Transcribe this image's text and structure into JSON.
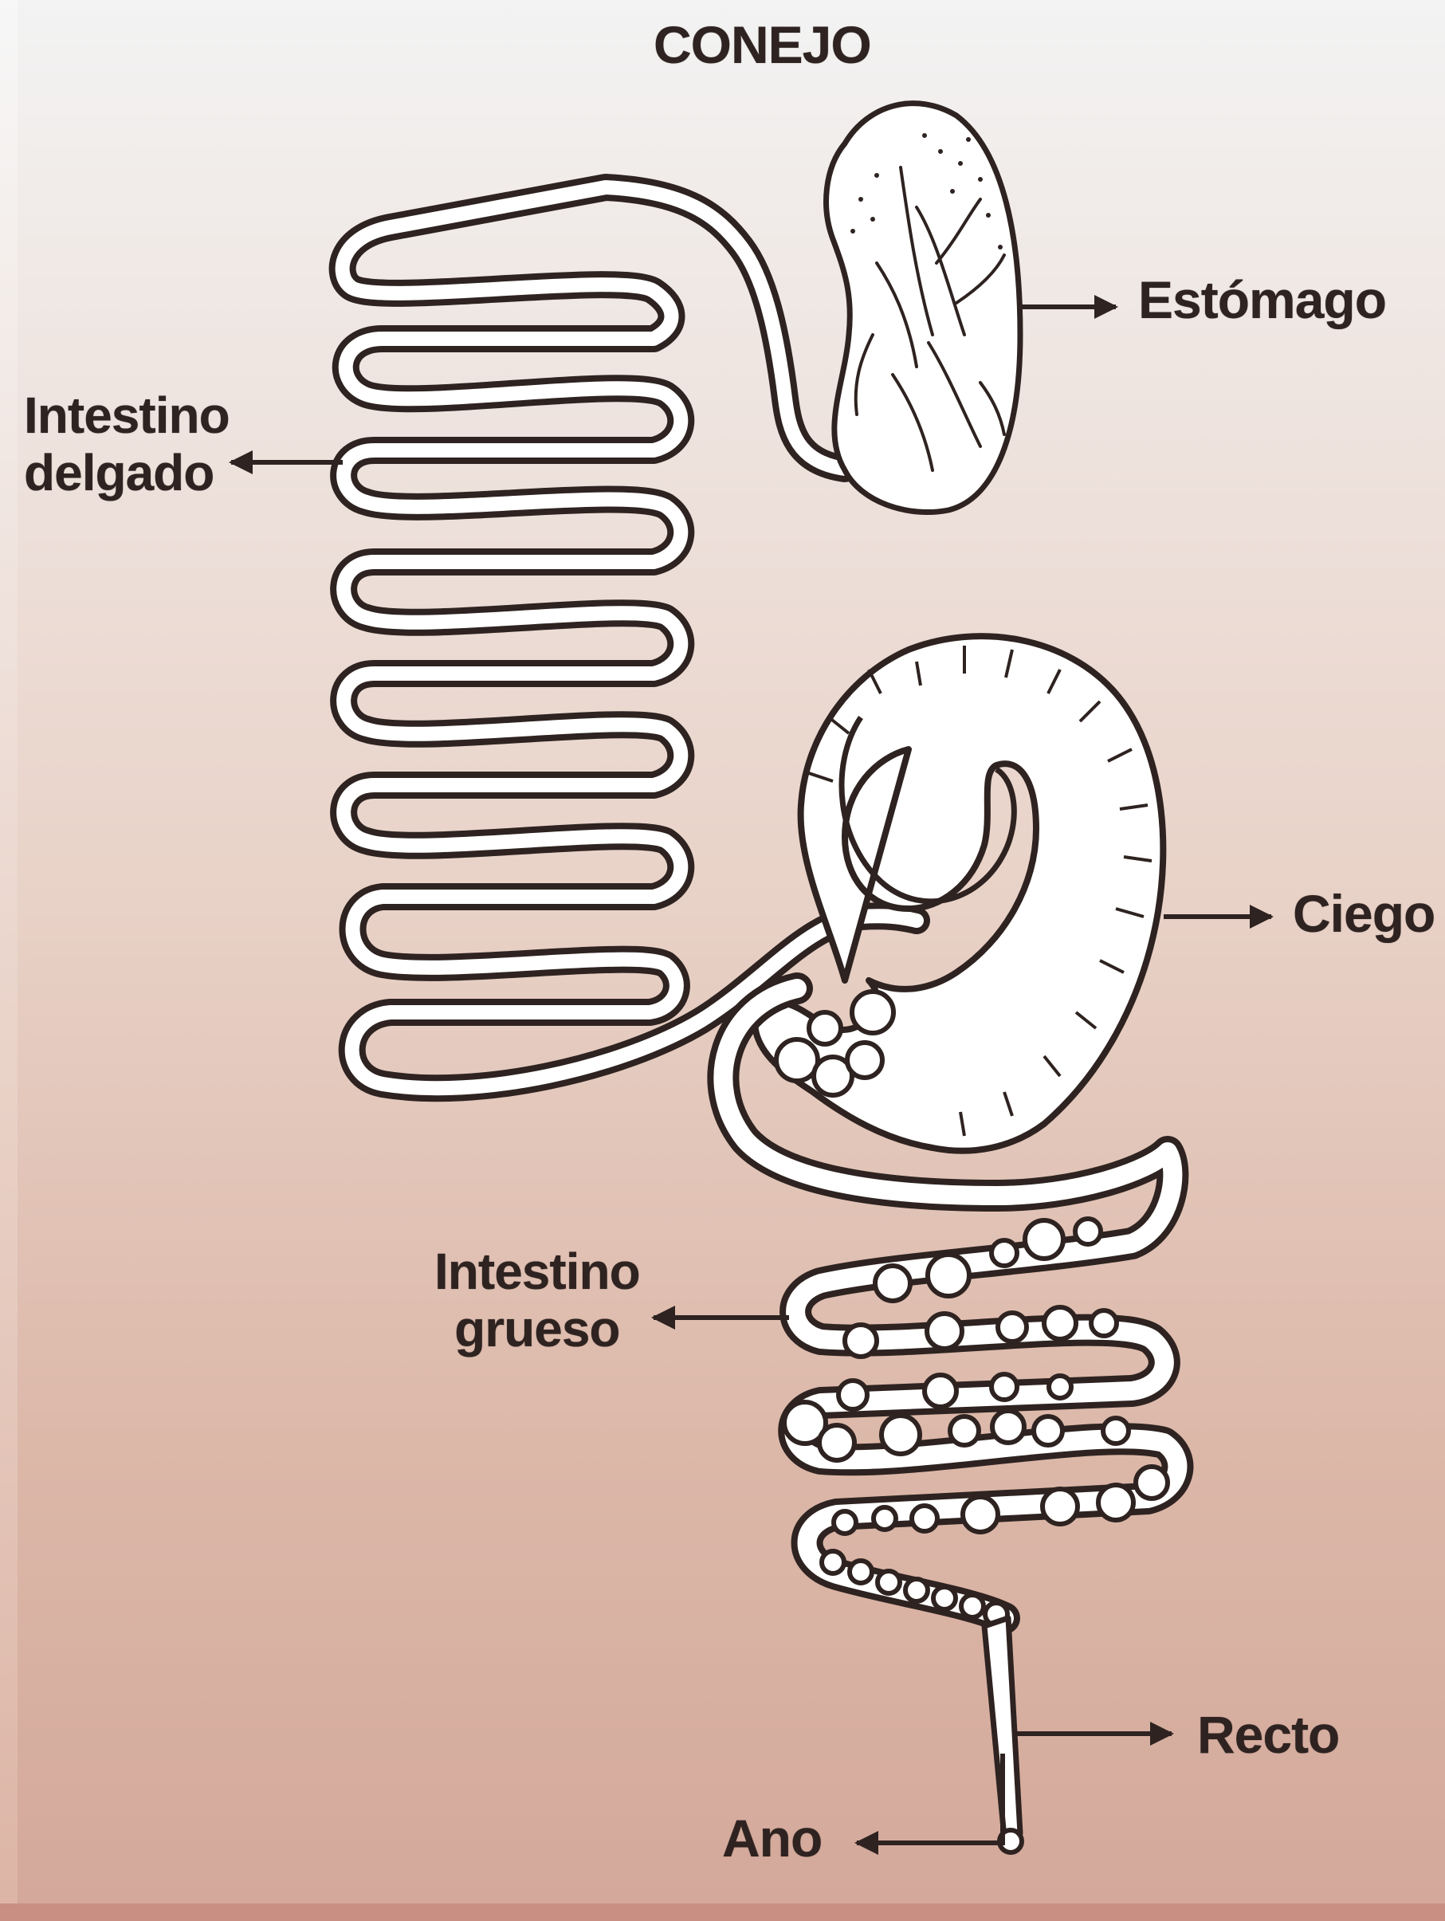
{
  "title": "CONEJO",
  "labels": {
    "estomago": "Estómago",
    "intestino_delgado": [
      "Intestino",
      "delgado"
    ],
    "ciego": "Ciego",
    "intestino_grueso": [
      "Intestino",
      "grueso"
    ],
    "recto": "Recto",
    "ano": "Ano"
  },
  "colors": {
    "outline": "#2e2320",
    "organ_fill": "#ffffff"
  }
}
